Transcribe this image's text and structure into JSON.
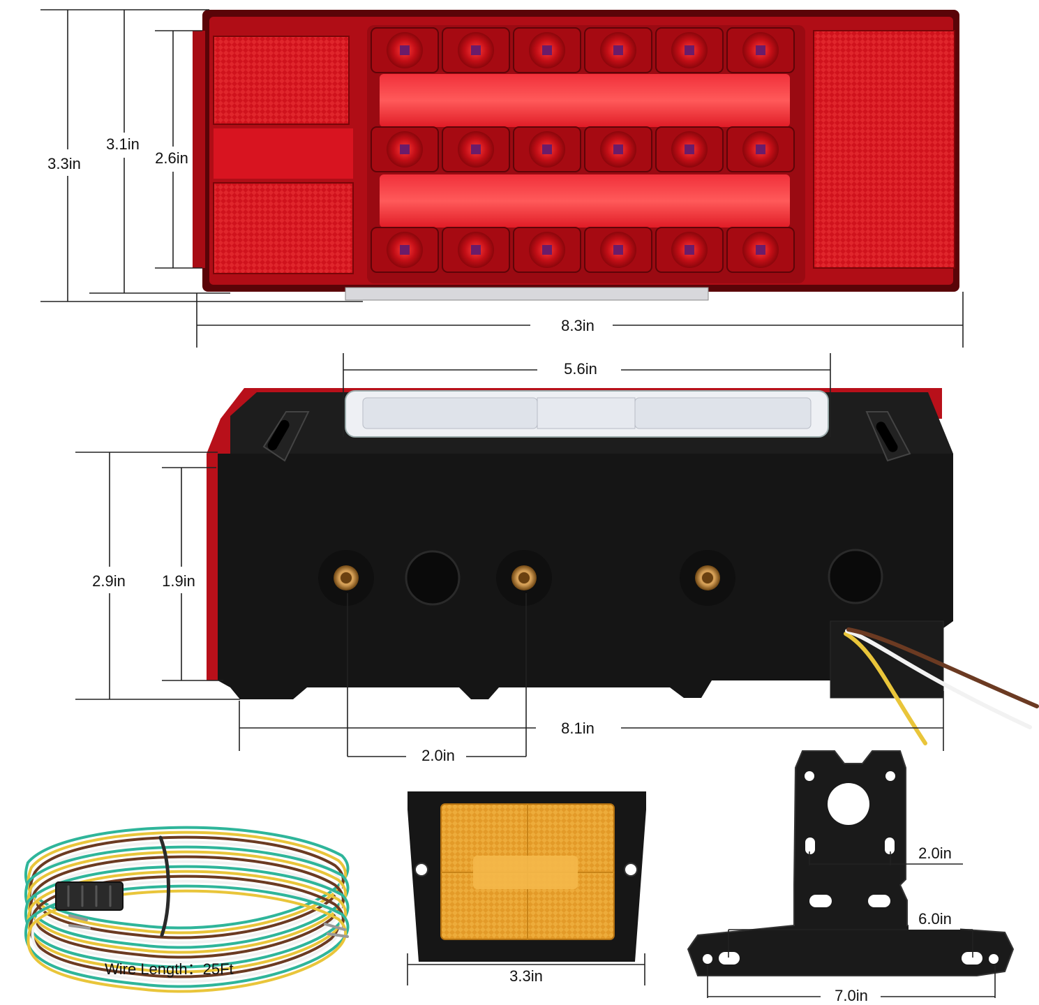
{
  "dimensions": {
    "top_height_outer": "3.3in",
    "top_height_mid": "3.1in",
    "top_height_inner": "2.6in",
    "top_width": "8.3in",
    "plate_light_width": "5.6in",
    "side_height_outer": "2.9in",
    "side_height_inner": "1.9in",
    "side_width": "8.1in",
    "hole_spacing": "2.0in",
    "marker_width": "3.3in",
    "bracket_hole_top": "2.0in",
    "bracket_hole_mid": "6.0in",
    "bracket_width": "7.0in"
  },
  "wire_length_label": "Wire Length：25Ft",
  "colors": {
    "lens_red": "#c8101a",
    "lens_dark_red": "#7a0508",
    "housing_black": "#141414",
    "marker_amber": "#e8a02a",
    "wire_green": "#2fb59a",
    "wire_yellow": "#e9c53a",
    "wire_brown": "#6b3a22",
    "wire_white": "#f2f2f2"
  }
}
